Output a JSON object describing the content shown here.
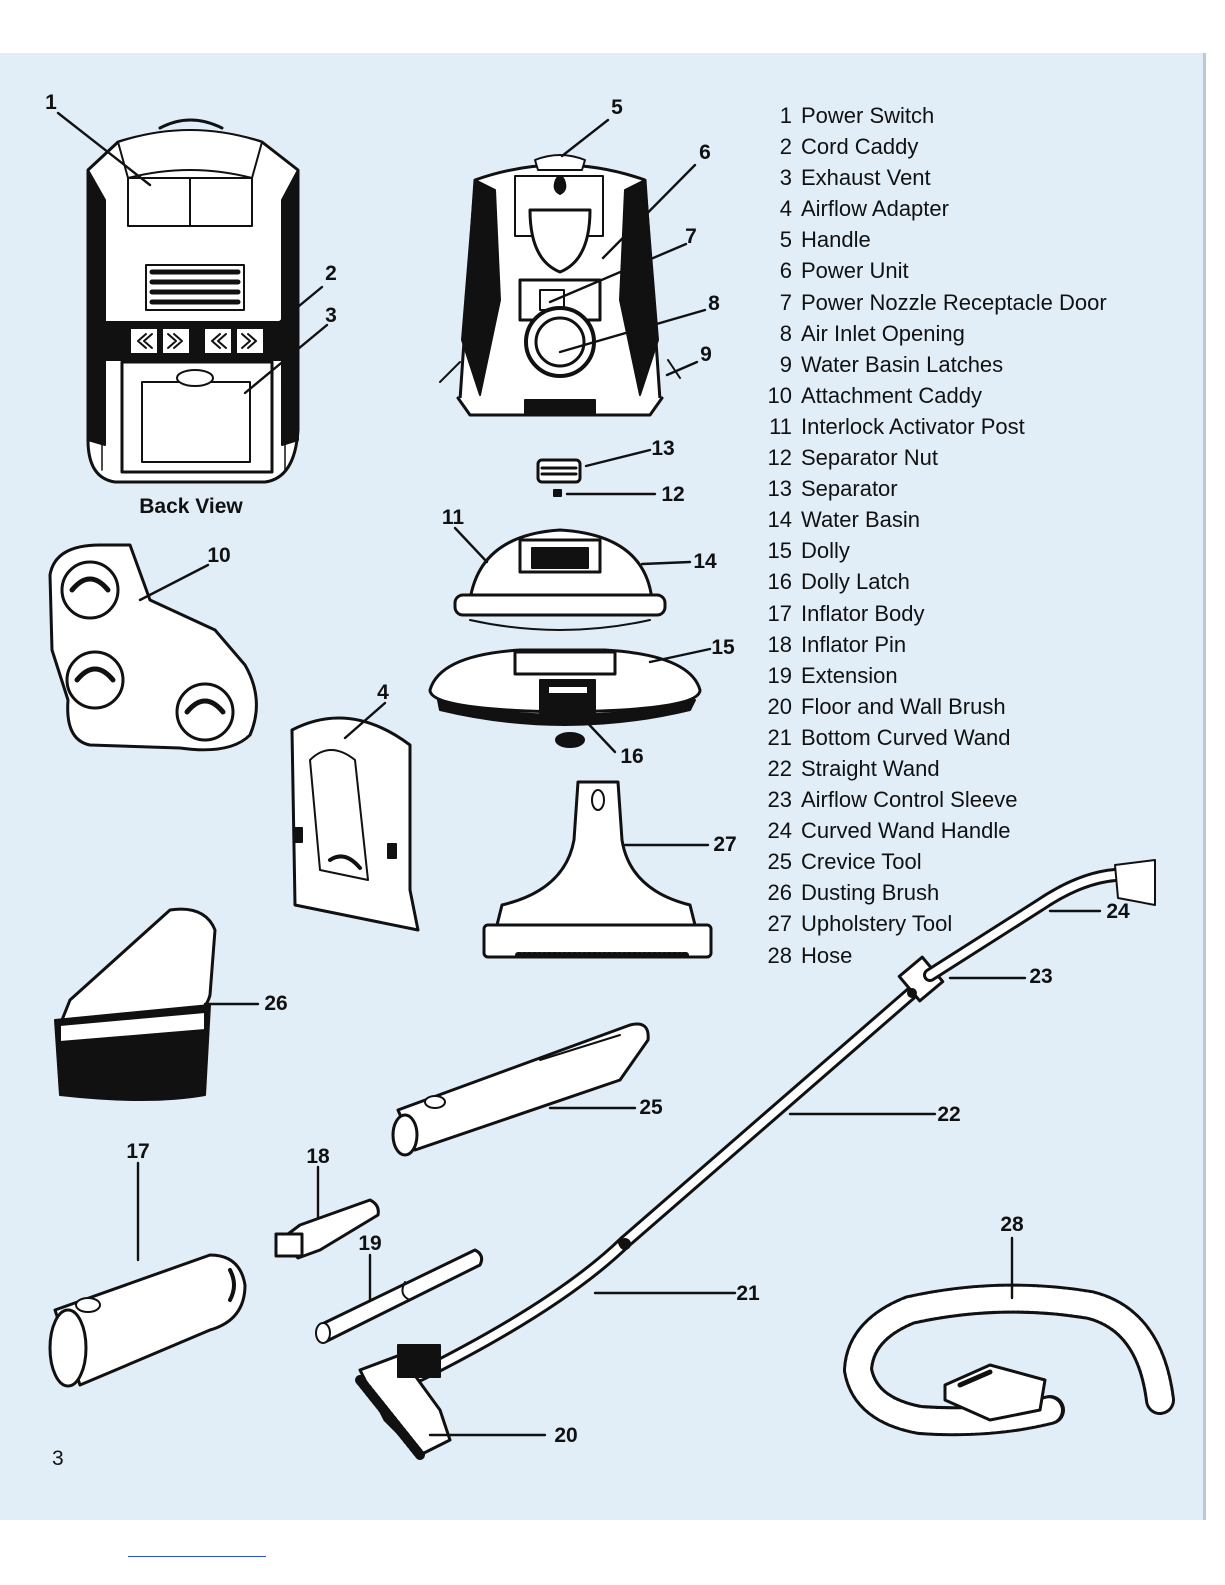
{
  "back_view_caption": "Back View",
  "page_number": "3",
  "callouts": [
    "1",
    "2",
    "3",
    "4",
    "5",
    "6",
    "7",
    "8",
    "9",
    "10",
    "11",
    "12",
    "13",
    "14",
    "15",
    "16",
    "17",
    "18",
    "19",
    "20",
    "21",
    "22",
    "23",
    "24",
    "25",
    "26",
    "27",
    "28"
  ],
  "legend": [
    {
      "num": "1",
      "label": "Power Switch"
    },
    {
      "num": "2",
      "label": "Cord Caddy"
    },
    {
      "num": "3",
      "label": "Exhaust Vent"
    },
    {
      "num": "4",
      "label": "Airflow Adapter"
    },
    {
      "num": "5",
      "label": "Handle"
    },
    {
      "num": "6",
      "label": "Power Unit"
    },
    {
      "num": "7",
      "label": "Power Nozzle Receptacle Door"
    },
    {
      "num": "8",
      "label": "Air Inlet Opening"
    },
    {
      "num": "9",
      "label": "Water Basin Latches"
    },
    {
      "num": "10",
      "label": "Attachment Caddy"
    },
    {
      "num": "11",
      "label": "Interlock Activator Post"
    },
    {
      "num": "12",
      "label": "Separator Nut"
    },
    {
      "num": "13",
      "label": "Separator"
    },
    {
      "num": "14",
      "label": "Water Basin"
    },
    {
      "num": "15",
      "label": "Dolly"
    },
    {
      "num": "16",
      "label": "Dolly Latch"
    },
    {
      "num": "17",
      "label": "Inflator Body"
    },
    {
      "num": "18",
      "label": "Inflator Pin"
    },
    {
      "num": "19",
      "label": "Extension"
    },
    {
      "num": "20",
      "label": "Floor and Wall Brush"
    },
    {
      "num": "21",
      "label": "Bottom Curved Wand"
    },
    {
      "num": "22",
      "label": "Straight Wand"
    },
    {
      "num": "23",
      "label": "Airflow Control Sleeve"
    },
    {
      "num": "24",
      "label": "Curved Wand Handle"
    },
    {
      "num": "25",
      "label": "Crevice Tool"
    },
    {
      "num": "26",
      "label": "Dusting Brush"
    },
    {
      "num": "27",
      "label": "Upholstery Tool"
    },
    {
      "num": "28",
      "label": "Hose"
    }
  ]
}
